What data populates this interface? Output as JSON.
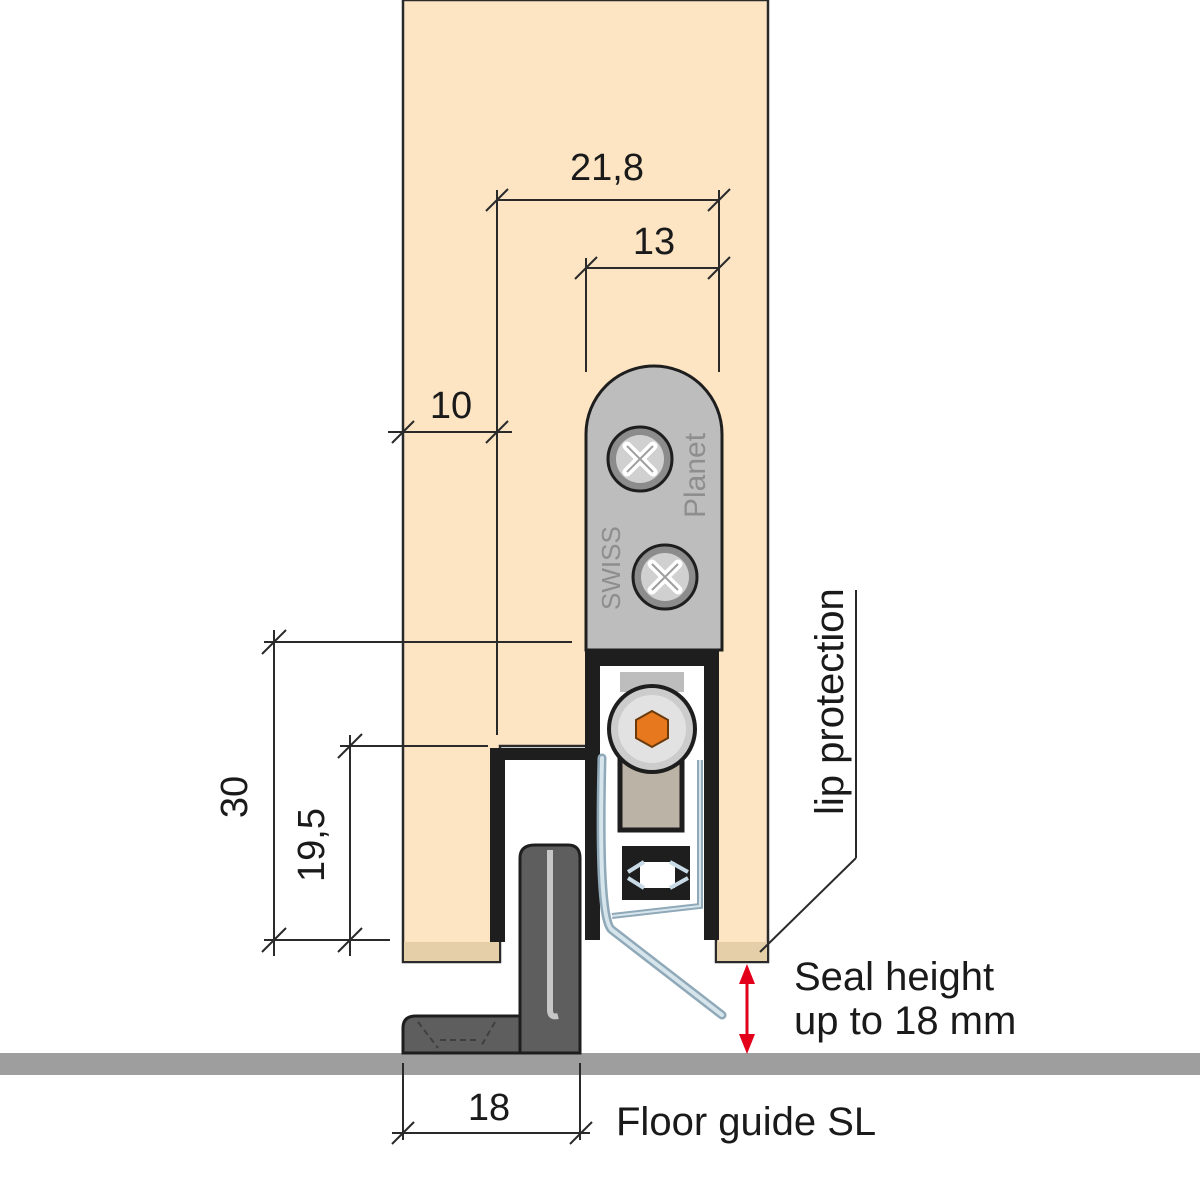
{
  "dimensions": {
    "d_21_8": "21,8",
    "d_13": "13",
    "d_10": "10",
    "d_30": "30",
    "d_19_5": "19,5",
    "d_18": "18"
  },
  "labels": {
    "lip_protection": "lip protection",
    "seal_height_1": "Seal height",
    "seal_height_2": "up to 18 mm",
    "floor_guide": "Floor guide SL"
  },
  "brand": {
    "swiss": "SWISS",
    "planet": "Planet"
  },
  "colors": {
    "door": "#fde5c4",
    "door_edge": "#e4cfa8",
    "bracket": "#bdbdbd",
    "profile": "#1e1e1e",
    "floor": "#9e9e9e",
    "floor_guide": "#5e5e5e",
    "hex_socket": "#e8781e",
    "arrow": "#e3001b"
  }
}
